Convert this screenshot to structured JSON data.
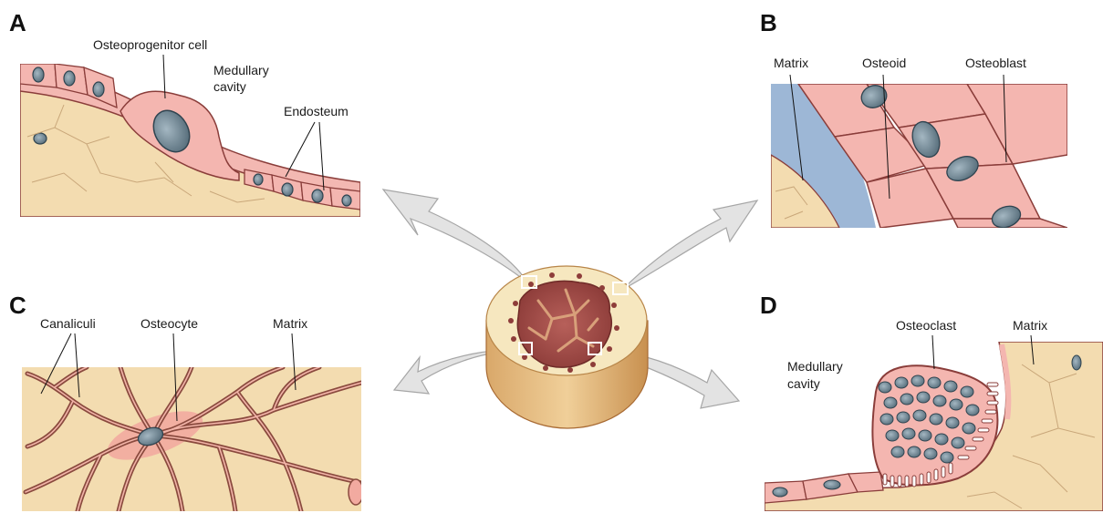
{
  "panels": {
    "a": {
      "letter": "A",
      "labels": {
        "osteoprogenitor": "Osteoprogenitor cell",
        "medullary_line1": "Medullary",
        "medullary_line2": "cavity",
        "endosteum": "Endosteum"
      }
    },
    "b": {
      "letter": "B",
      "labels": {
        "matrix": "Matrix",
        "osteoid": "Osteoid",
        "osteoblast": "Osteoblast"
      }
    },
    "c": {
      "letter": "C",
      "labels": {
        "canaliculi": "Canaliculi",
        "osteocyte": "Osteocyte",
        "matrix": "Matrix"
      }
    },
    "d": {
      "letter": "D",
      "labels": {
        "osteoclast": "Osteoclast",
        "matrix": "Matrix",
        "medullary_line1": "Medullary",
        "medullary_line2": "cavity"
      }
    }
  },
  "colors": {
    "bone_matrix": "#f3dcb0",
    "matrix_line": "#c9a77a",
    "cell_pink": "#f4b6b0",
    "cell_edge": "#8a3d3a",
    "nucleus": "#6f8693",
    "osteoid_blue": "#9db7d6",
    "arrow_fill": "#e3e3e3",
    "marrow": "#a9524f"
  }
}
